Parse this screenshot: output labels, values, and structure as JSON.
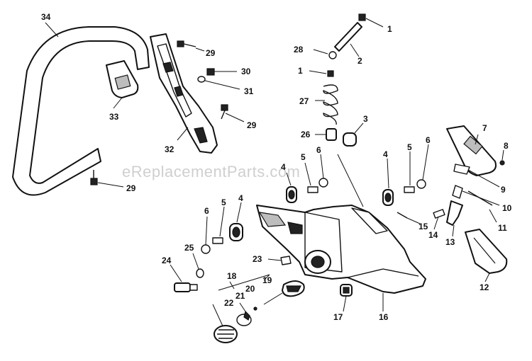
{
  "watermark": "eReplacementParts.com",
  "callouts": {
    "c1a": "1",
    "c1b": "1",
    "c2": "2",
    "c3": "3",
    "c4a": "4",
    "c4b": "4",
    "c4c": "4",
    "c5a": "5",
    "c5b": "5",
    "c5c": "5",
    "c6a": "6",
    "c6b": "6",
    "c6c": "6",
    "c7": "7",
    "c8": "8",
    "c9": "9",
    "c10": "10",
    "c11": "11",
    "c12": "12",
    "c13": "13",
    "c14": "14",
    "c15": "15",
    "c16": "16",
    "c17": "17",
    "c18": "18",
    "c19": "19",
    "c20": "20",
    "c21": "21",
    "c22": "22",
    "c23": "23",
    "c24": "24",
    "c25": "25",
    "c26": "26",
    "c27": "27",
    "c28": "28",
    "c29a": "29",
    "c29b": "29",
    "c29c": "29",
    "c30": "30",
    "c31": "31",
    "c32": "32",
    "c33": "33",
    "c34": "34"
  }
}
